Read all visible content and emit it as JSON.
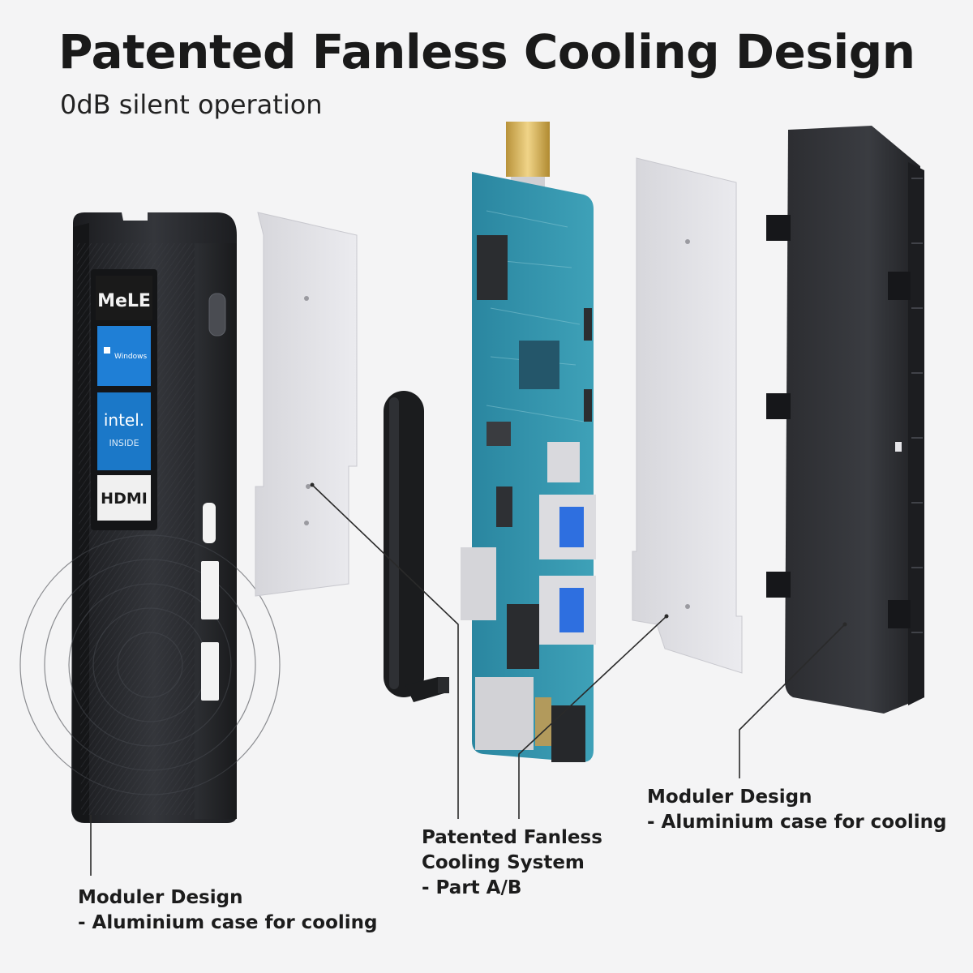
{
  "title": "Patented Fanless Cooling Design",
  "subtitle": "0dB silent operation",
  "device_labels": {
    "brand": "MeLE",
    "windows": "Windows",
    "intel_1": "intel.",
    "intel_2": "INSIDE",
    "hdmi": "HDMI"
  },
  "callouts": {
    "left": {
      "line1": "Moduler Design",
      "line2": "- Aluminium case for cooling"
    },
    "center": {
      "line1": "Patented Fanless",
      "line2": "Cooling System",
      "line3": "- Part A/B"
    },
    "right": {
      "line1": "Moduler Design",
      "line2": "- Aluminium case for cooling"
    }
  },
  "colors": {
    "background": "#f4f4f5",
    "case": "#26282c",
    "pcb": "#2f8fa6",
    "heat_plate": "#e2e2e6",
    "hdmi_gold": "#d8b45a",
    "usb_blue": "#2e6fe0"
  }
}
